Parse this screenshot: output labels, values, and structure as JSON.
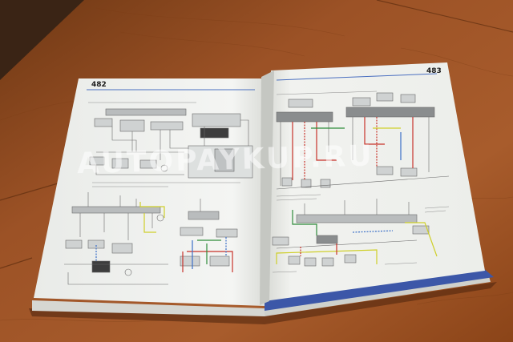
{
  "book": {
    "left_page_number": "482",
    "right_page_number": "483"
  },
  "watermark": {
    "text": "AUTOPAYKUP.RU"
  },
  "colors": {
    "table": "#9a5024",
    "table_dark": "#6e3512",
    "table_light": "#b86a34",
    "paper": "#f2f3f1",
    "page_edge": "#d8d8d2",
    "cover_blue": "#3c57a8",
    "header_line": "#4a6fc0"
  }
}
